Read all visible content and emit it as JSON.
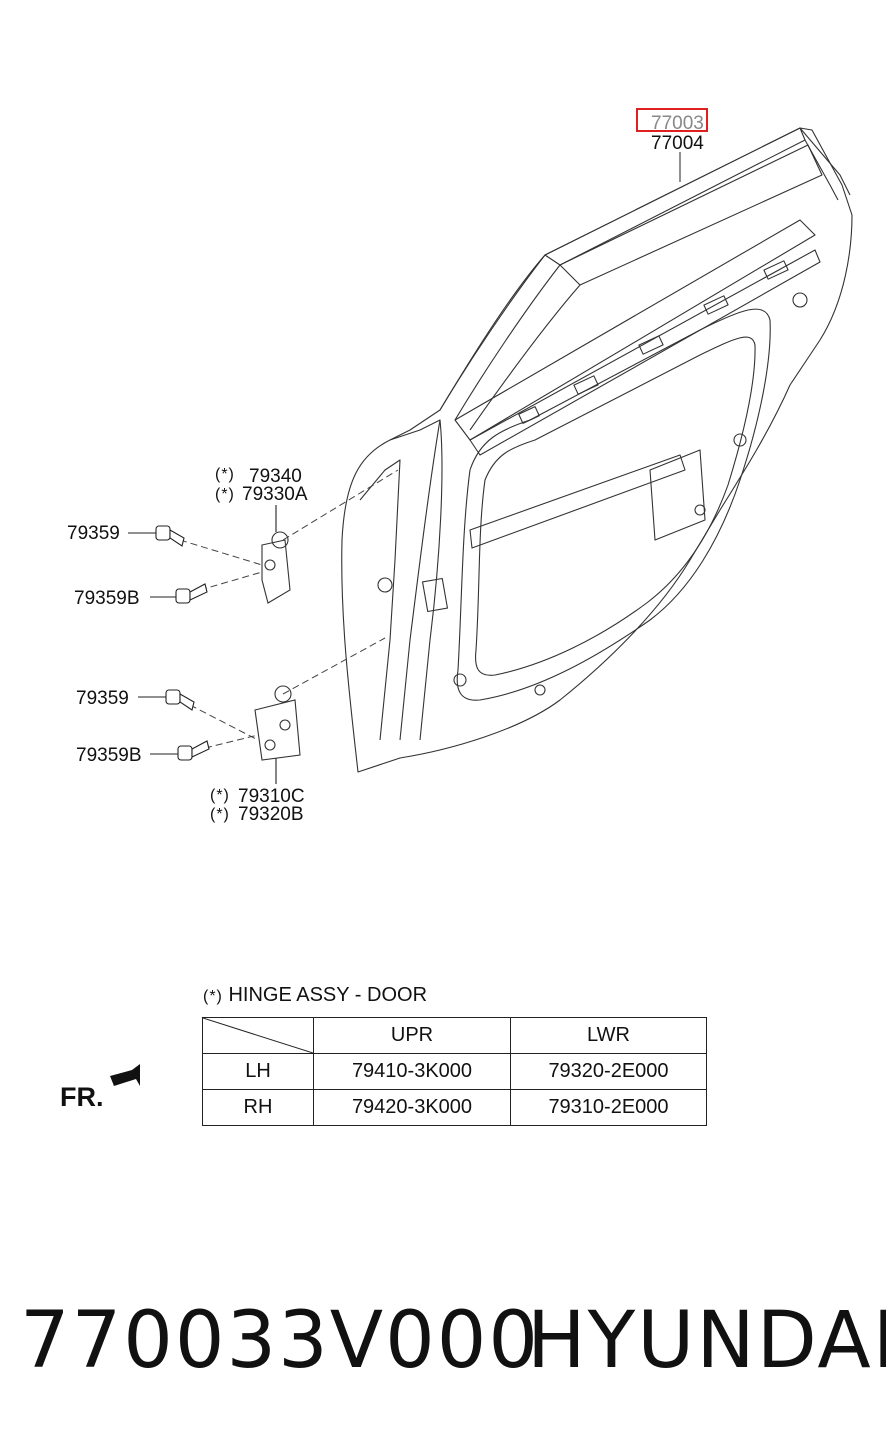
{
  "callouts": {
    "door_panel_primary": "77003",
    "door_panel_secondary": "77004",
    "upper_hinge_a": "79340",
    "upper_hinge_b": "79330A",
    "lower_hinge_a": "79310C",
    "lower_hinge_b": "79320B",
    "bolt_upper": "79359",
    "bolt_upper_b": "79359B",
    "bolt_lower": "79359",
    "bolt_lower_b": "79359B",
    "star_mark": "(*)"
  },
  "table": {
    "title_mark": "(*)",
    "title": "HINGE ASSY - DOOR",
    "headers": [
      "UPR",
      "LWR"
    ],
    "rows": [
      {
        "side": "LH",
        "upr": "79410-3K000",
        "lwr": "79320-2E000"
      },
      {
        "side": "RH",
        "upr": "79420-3K000",
        "lwr": "79310-2E000"
      }
    ]
  },
  "direction": {
    "label": "FR."
  },
  "footer": {
    "part_number": "770033V000",
    "brand": "HYUNDAI"
  },
  "colors": {
    "highlight": "#e0201c",
    "line": "#222222"
  }
}
